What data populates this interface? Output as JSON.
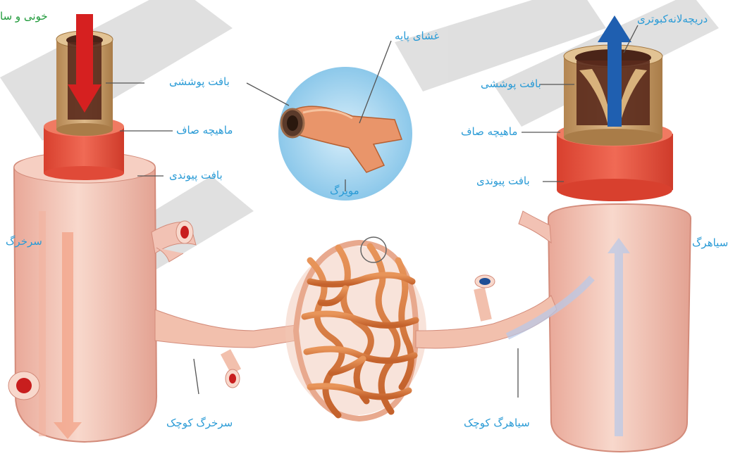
{
  "header": {
    "title_fragment": "خونی و سا"
  },
  "labels": {
    "basement_membrane": "غشای پایه",
    "capillary": "مویرگ",
    "artery": {
      "endothelium": "بافت پوششی",
      "smooth_muscle": "ماهیچه صاف",
      "connective": "بافت پیوندی",
      "name": "سرخرگ",
      "small": "سرخرگ کوچک"
    },
    "vein": {
      "valve": "دریچه‌لانه‌کبوتری",
      "endothelium": "بافت پوششی",
      "smooth_muscle": "ماهیچه صاف",
      "connective": "بافت پیوندی",
      "name": "سیاهرگ",
      "small": "سیاهرگ کوچک"
    }
  },
  "colors": {
    "label_text": "#2a9bd6",
    "title_text": "#1f9a3a",
    "vessel_skin": "#f2c2b4",
    "muscle": "#e8503e",
    "tissue": "#c9a06a",
    "capillary": "#d9773e",
    "arterial_arrow": "#d62020",
    "venous_arrow": "#1f5fb0",
    "capillary_bubble": "#9fd2ee"
  }
}
